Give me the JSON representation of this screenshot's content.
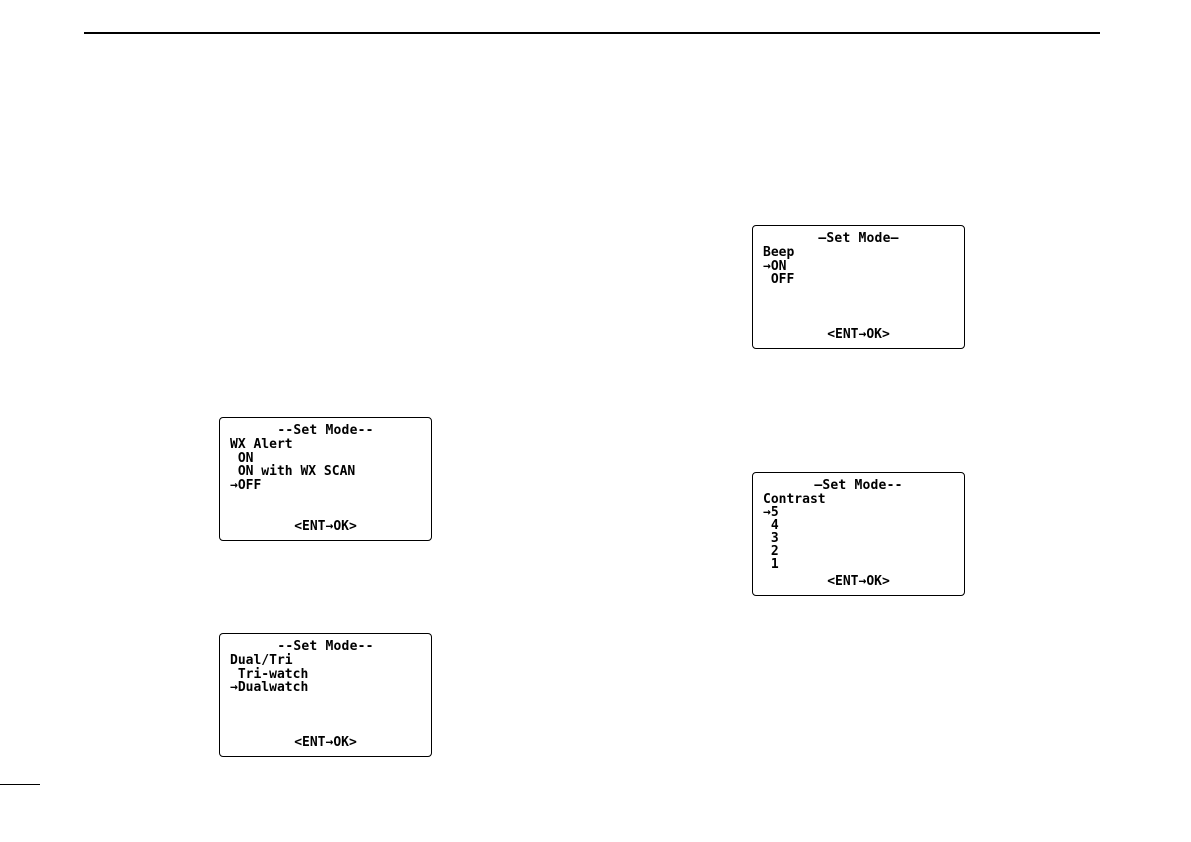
{
  "screens": {
    "wx_alert": {
      "title": "--Set Mode--",
      "lines": [
        "WX Alert",
        " ON",
        " ON with WX SCAN",
        "→OFF"
      ],
      "footer": "<ENT→OK>"
    },
    "dual_tri": {
      "title": "--Set Mode--",
      "lines": [
        "Dual/Tri",
        " Tri-watch",
        "→Dualwatch"
      ],
      "footer": "<ENT→OK>"
    },
    "beep": {
      "title": "—Set Mode—",
      "lines": [
        "Beep",
        "→ON",
        " OFF"
      ],
      "footer": "<ENT→OK>"
    },
    "contrast": {
      "title": "—Set Mode--",
      "lines": [
        "Contrast",
        "→5",
        " 4",
        " 3",
        " 2",
        " 1"
      ],
      "footer": "<ENT→OK>"
    }
  }
}
